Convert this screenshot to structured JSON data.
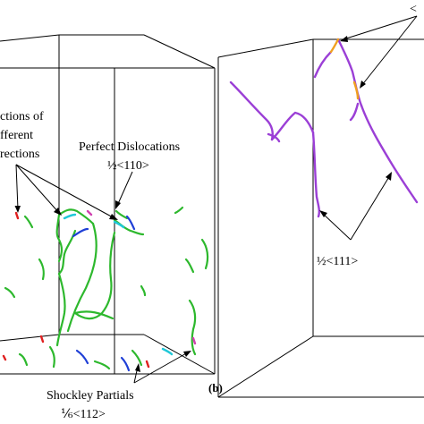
{
  "panel_a": {
    "label_directions": [
      "ctions of",
      "fferent",
      "rections"
    ],
    "label_perfect": "Perfect Dislocations",
    "label_perfect_vector": "½<110>",
    "label_shockley": "Shockley Partials",
    "label_shockley_vector": "⅙<112>"
  },
  "panel_b": {
    "panel_label": "(b)",
    "label_vector": "½<111>",
    "label_top_cut": "<"
  },
  "colors": {
    "shockley_partial": "#2db82d",
    "perfect_dislocation": "#1f3fd6",
    "half_111": "#9b3fd6",
    "junction_orange": "#f0a020",
    "cyan_segment": "#20c8d8",
    "red_segment": "#e02020",
    "magenta_segment": "#d040b0"
  }
}
